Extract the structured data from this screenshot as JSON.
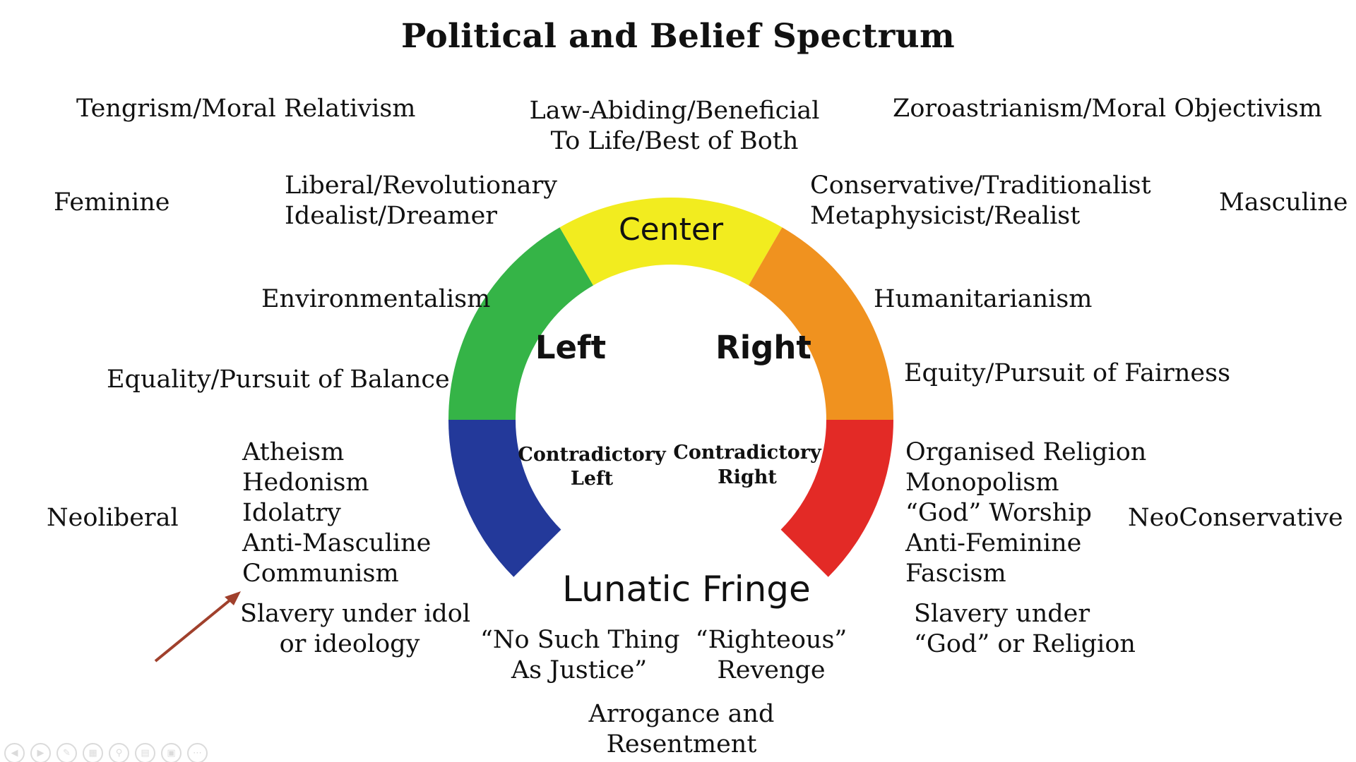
{
  "title": "Political and Belief Spectrum",
  "top": {
    "left_outer": "Tengrism/Moral Relativism",
    "center_lines": [
      "Law-Abiding/Beneficial",
      "To Life/Best of Both"
    ],
    "right_outer": "Zoroastrianism/Moral Objectivism"
  },
  "left_side": {
    "feminine": "Feminine",
    "liberal_lines": [
      "Liberal/Revolutionary",
      "Idealist/Dreamer"
    ],
    "environmentalism": "Environmentalism",
    "equality": "Equality/Pursuit of Balance",
    "list": [
      "Atheism",
      "Hedonism",
      "Idolatry",
      "Anti-Masculine",
      "Communism"
    ],
    "neoliberal": "Neoliberal",
    "slavery_lines": [
      "Slavery under idol",
      "or ideology"
    ]
  },
  "right_side": {
    "masculine": "Masculine",
    "conservative_lines": [
      "Conservative/Traditionalist",
      "Metaphysicist/Realist"
    ],
    "humanitarianism": "Humanitarianism",
    "equity": "Equity/Pursuit of Fairness",
    "list": [
      "Organised Religion",
      "Monopolism",
      "“God” Worship",
      "Anti-Feminine",
      "Fascism"
    ],
    "neoconservative": "NeoConservative",
    "slavery_lines": [
      "Slavery under",
      "“God” or Religion"
    ]
  },
  "wheel": {
    "center": "Center",
    "left": "Left",
    "right": "Right",
    "contradictory_left_lines": [
      "Contradictory",
      "Left"
    ],
    "contradictory_right_lines": [
      "Contradictory",
      "Right"
    ],
    "lunatic_fringe": "Lunatic Fringe",
    "colors": {
      "blue": "#23399a",
      "green": "#35b447",
      "yellow": "#f2ec1f",
      "orange": "#f0921f",
      "red": "#e32a26"
    }
  },
  "bottom": {
    "no_justice_lines": [
      "“No Such Thing",
      "As Justice”"
    ],
    "revenge_lines": [
      "“Righteous”",
      "Revenge"
    ],
    "arrogance_lines": [
      "Arrogance and",
      "Resentment"
    ]
  },
  "arrow_color": "#a0402c",
  "toolbar_icons": [
    "previous-icon",
    "next-icon",
    "pen-icon",
    "slides-icon",
    "zoom-icon",
    "subtitles-icon",
    "screen-icon",
    "more-icon"
  ]
}
